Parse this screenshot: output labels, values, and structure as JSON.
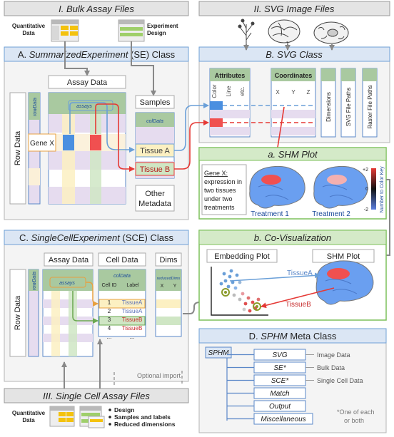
{
  "sections": {
    "bulk_files": "I. Bulk Assay Files",
    "svg_files": "II. SVG Image Files",
    "sc_files": "III. Single Cell Assay Files"
  },
  "bulk": {
    "quant_label_1": "Quantitative",
    "quant_label_2": "Data",
    "exp_label_1": "Experiment",
    "exp_label_2": "Design"
  },
  "se": {
    "title_prefix": "A. ",
    "title_main": "SummarizedExperiment",
    "title_suffix": " (SE) Class",
    "assay_data": "Assay Data",
    "row_data": "Row Data",
    "rowdata_tag": "rowData",
    "assays_tag": "assays",
    "gene_x": "Gene X",
    "samples": "Samples",
    "coldata_tag": "colData",
    "tissue_a": "Tissue A",
    "tissue_b": "Tissue B",
    "other_1": "Other",
    "other_2": "Metadata"
  },
  "svg_class": {
    "title": "B. SVG Class",
    "attributes": "Attributes",
    "attr_cols": [
      "Color",
      "Line",
      "etc."
    ],
    "coordinates": "Coordinates",
    "coord_cols": [
      "X",
      "Y",
      "Z"
    ],
    "dimensions": "Dimensions",
    "svg_paths": "SVG File Paths",
    "raster_paths": "Raster File Paths"
  },
  "shm": {
    "title": "a. SHM Plot",
    "gene_label": "Gene X:",
    "desc": [
      "expression in",
      "two tissues",
      "under two",
      "treatments"
    ],
    "treatment1": "Treatment 1",
    "treatment2": "Treatment 2",
    "key_top": "+2",
    "key_mid": "0",
    "key_bottom": "-2",
    "key_label": "Number to Color Key"
  },
  "sce": {
    "title_prefix": "C. ",
    "title_main": "SingleCellExperiment",
    "title_suffix": " (SCE) Class",
    "assay_data": "Assay Data",
    "cell_data": "Cell Data",
    "dims": "Dims",
    "row_data": "Row Data",
    "rowdata_tag": "rowData",
    "assays_tag": "assays",
    "coldata_tag": "colData",
    "cell_id_head": "Cell ID",
    "label_head": "Label",
    "rows": [
      {
        "id": "1",
        "label": "TissueA"
      },
      {
        "id": "2",
        "label": "TissueA"
      },
      {
        "id": "3",
        "label": "TissueB"
      },
      {
        "id": "4",
        "label": "TissueB"
      },
      {
        "id": "...",
        "label": "..."
      }
    ],
    "reduced_tag": "reducedDims",
    "dims_cols": [
      "X",
      "Y"
    ],
    "optional_import": "Optional import"
  },
  "covis": {
    "title": "b. Co-Visualization",
    "embedding": "Embedding Plot",
    "shm_plot": "SHM Plot",
    "tissue_a": "TissueA",
    "tissue_b": "TissueB"
  },
  "sphm": {
    "title_prefix": "D. ",
    "title_main": "SPHM",
    "title_suffix": " Meta Class",
    "root": "SPHM",
    "slots": [
      "SVG",
      "SE*",
      "SCE*",
      "Match",
      "Output",
      "Miscellaneous"
    ],
    "notes": [
      "Image Data",
      "Bulk Data",
      "Single Cell Data"
    ],
    "footnote_1": "*One of each",
    "footnote_2": "or both"
  },
  "sc_files": {
    "quant_1": "Quantitative",
    "quant_2": "Data",
    "bullets": [
      "Design",
      "Samples and labels",
      "Reduced dimensions"
    ]
  }
}
